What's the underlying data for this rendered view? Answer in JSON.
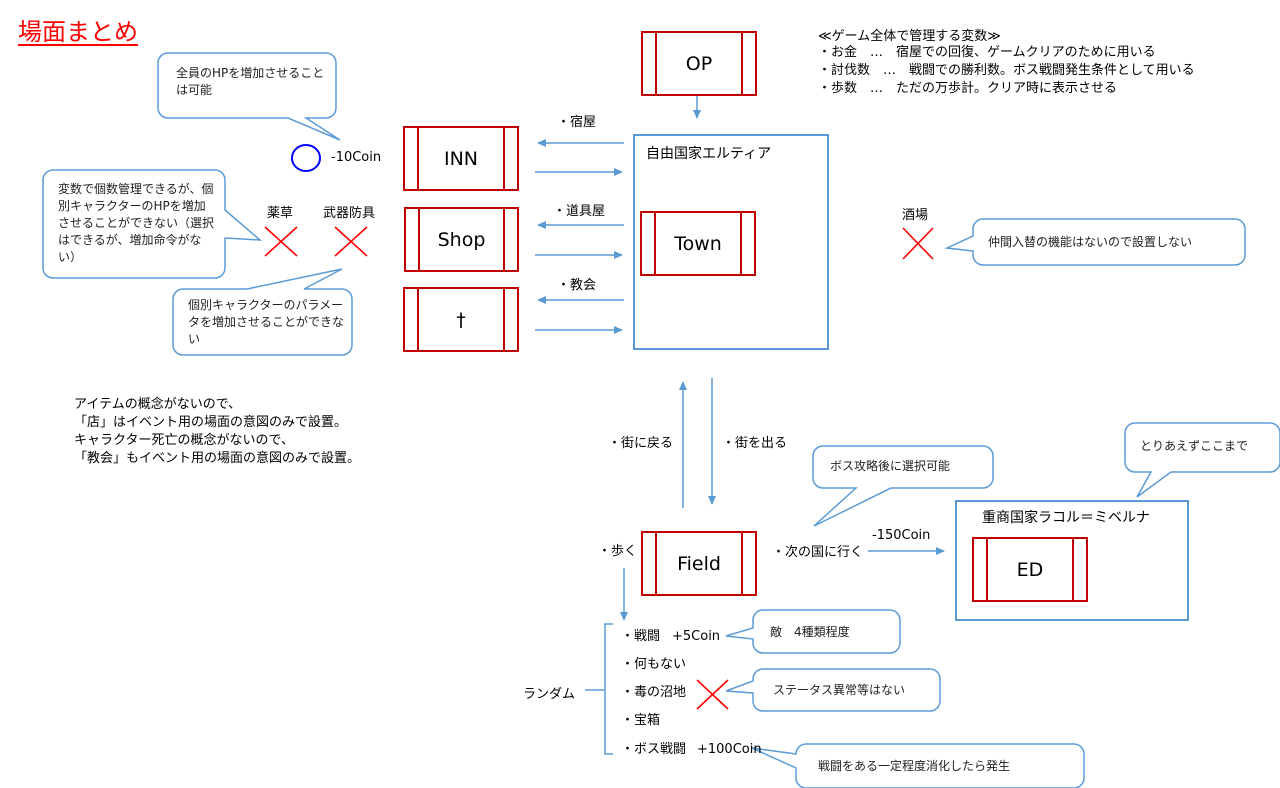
{
  "page": {
    "title": "場面まとめ"
  },
  "variables": {
    "heading": "≪ゲーム全体で管理する変数≫",
    "items": [
      "・お金　…　宿屋での回復、ゲームクリアのために用いる",
      "・討伐数　…　戦闘での勝利数。ボス戦闘発生条件として用いる",
      "・歩数　…　ただの万歩計。クリア時に表示させる"
    ]
  },
  "scenes": {
    "op": "OP",
    "inn": "INN",
    "shop": "Shop",
    "church": "†",
    "town": "Town",
    "field": "Field",
    "ed": "ED"
  },
  "regions": {
    "first_country": "自由国家エルティア",
    "second_country": "重商国家ラコル＝ミベルナ"
  },
  "transitions": {
    "inn": "・宿屋",
    "shop": "・道具屋",
    "church": "・教会",
    "return_town": "・街に戻る",
    "leave_town": "・街を出る",
    "walk": "・歩く",
    "next_country": "・次の国に行く",
    "next_country_cost": "-150Coin"
  },
  "inn_area": {
    "cost": "-10Coin",
    "callout": "全員のHPを増加させることは可能"
  },
  "removed_items": {
    "herb": "薬草",
    "weapons": "武器防具",
    "tavern": "酒場",
    "herb_callout": "変数で個数管理できるが、個別キャラクターのHPを増加させることができない（選択はできるが、増加命令がない）",
    "weapons_callout": "個別キャラクターのパラメータを増加させることができない",
    "tavern_callout": "仲間入替の機能はないので設置しない"
  },
  "notes": [
    "アイテムの概念がないので、",
    "「店」はイベント用の場面の意図のみで設置。",
    "キャラクター死亡の概念がないので、",
    "「教会」もイベント用の場面の意図のみで設置。"
  ],
  "callouts": {
    "boss_clear": "ボス攻略後に選択可能",
    "for_now": "とりあえずここまで",
    "enemies": "敵　4種類程度",
    "status": "ステータス異常等はない",
    "boss_trigger": "戦闘をある一定程度消化したら発生"
  },
  "random": {
    "label": "ランダム",
    "events": [
      {
        "label": "・戦闘",
        "reward": "+5Coin"
      },
      {
        "label": "・何もない",
        "reward": ""
      },
      {
        "label": "・毒の沼地",
        "reward": ""
      },
      {
        "label": "・宝箱",
        "reward": ""
      },
      {
        "label": "・ボス戦闘",
        "reward": "+100Coin"
      }
    ]
  },
  "colors": {
    "scene_border": "#c00000",
    "region_border": "#5b9bd5",
    "arrow": "#5b9bd5",
    "cross": "#ff0000",
    "circle": "#0000ff",
    "title": "#ff0000"
  }
}
